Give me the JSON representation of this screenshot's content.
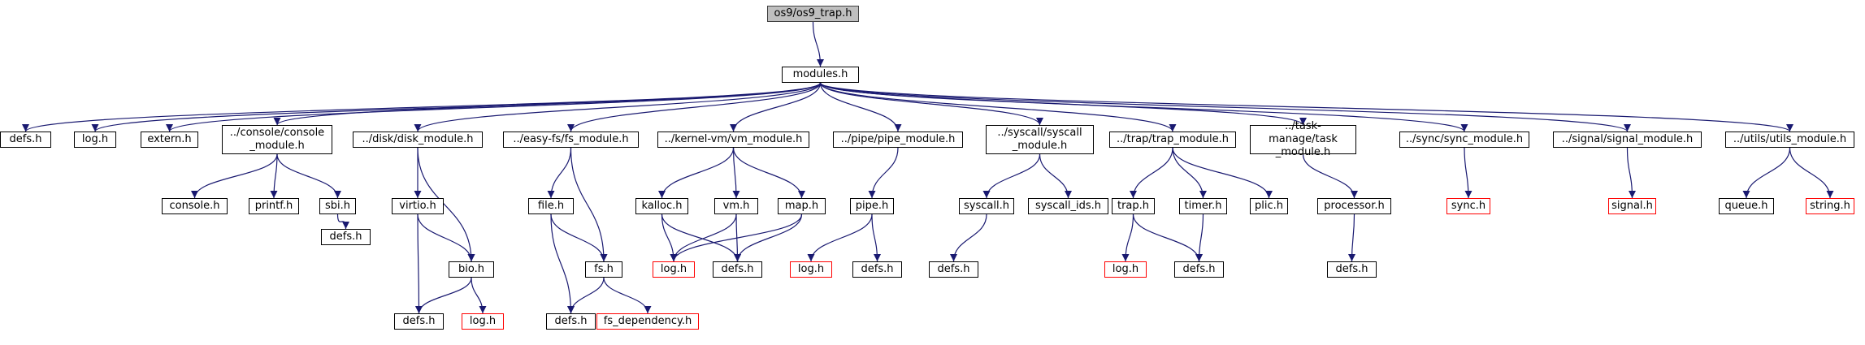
{
  "diagram": {
    "type": "include-dependency-graph",
    "colors": {
      "edge": "#191970",
      "root_fill": "#bfbfbf",
      "box_border": "#000000",
      "external_border": "#ff0000"
    },
    "nodes": [
      {
        "id": "root",
        "label": "os9/os9_trap.h",
        "style": "root"
      },
      {
        "id": "modules",
        "label": "modules.h"
      },
      {
        "id": "defs_a",
        "label": "defs.h"
      },
      {
        "id": "log_a",
        "label": "log.h"
      },
      {
        "id": "extern",
        "label": "extern.h"
      },
      {
        "id": "console_module",
        "label": "../console/console\n_module.h"
      },
      {
        "id": "disk_module",
        "label": "../disk/disk_module.h"
      },
      {
        "id": "fs_module",
        "label": "../easy-fs/fs_module.h"
      },
      {
        "id": "vm_module",
        "label": "../kernel-vm/vm_module.h"
      },
      {
        "id": "pipe_module",
        "label": "../pipe/pipe_module.h"
      },
      {
        "id": "syscall_module",
        "label": "../syscall/syscall\n_module.h"
      },
      {
        "id": "trap_module",
        "label": "../trap/trap_module.h"
      },
      {
        "id": "task_module",
        "label": "../task-manage/task\n_module.h"
      },
      {
        "id": "sync_module",
        "label": "../sync/sync_module.h"
      },
      {
        "id": "signal_module",
        "label": "../signal/signal_module.h"
      },
      {
        "id": "utils_module",
        "label": "../utils/utils_module.h"
      },
      {
        "id": "console",
        "label": "console.h"
      },
      {
        "id": "printf",
        "label": "printf.h"
      },
      {
        "id": "sbi",
        "label": "sbi.h"
      },
      {
        "id": "sbi_defs",
        "label": "defs.h"
      },
      {
        "id": "virtio",
        "label": "virtio.h"
      },
      {
        "id": "bio",
        "label": "bio.h"
      },
      {
        "id": "disk_defs",
        "label": "defs.h"
      },
      {
        "id": "disk_log",
        "label": "log.h",
        "style": "red"
      },
      {
        "id": "file",
        "label": "file.h"
      },
      {
        "id": "fs",
        "label": "fs.h"
      },
      {
        "id": "fs_defs",
        "label": "defs.h"
      },
      {
        "id": "fs_dep",
        "label": "fs_dependency.h",
        "style": "red"
      },
      {
        "id": "kalloc",
        "label": "kalloc.h"
      },
      {
        "id": "vm",
        "label": "vm.h"
      },
      {
        "id": "map",
        "label": "map.h"
      },
      {
        "id": "vm_log",
        "label": "log.h",
        "style": "red"
      },
      {
        "id": "vm_defs",
        "label": "defs.h"
      },
      {
        "id": "pipe",
        "label": "pipe.h"
      },
      {
        "id": "pipe_log",
        "label": "log.h",
        "style": "red"
      },
      {
        "id": "pipe_defs",
        "label": "defs.h"
      },
      {
        "id": "syscall",
        "label": "syscall.h"
      },
      {
        "id": "syscall_ids",
        "label": "syscall_ids.h"
      },
      {
        "id": "syscall_defs",
        "label": "defs.h"
      },
      {
        "id": "trap",
        "label": "trap.h"
      },
      {
        "id": "timer",
        "label": "timer.h"
      },
      {
        "id": "plic",
        "label": "plic.h"
      },
      {
        "id": "trap_log",
        "label": "log.h",
        "style": "red"
      },
      {
        "id": "trap_defs",
        "label": "defs.h"
      },
      {
        "id": "processor",
        "label": "processor.h"
      },
      {
        "id": "proc_defs",
        "label": "defs.h"
      },
      {
        "id": "sync",
        "label": "sync.h",
        "style": "red"
      },
      {
        "id": "signal",
        "label": "signal.h",
        "style": "red"
      },
      {
        "id": "queue",
        "label": "queue.h"
      },
      {
        "id": "string",
        "label": "string.h",
        "style": "red"
      }
    ],
    "edges": [
      [
        "root",
        "modules"
      ],
      [
        "modules",
        "defs_a"
      ],
      [
        "modules",
        "log_a"
      ],
      [
        "modules",
        "extern"
      ],
      [
        "modules",
        "console_module"
      ],
      [
        "modules",
        "disk_module"
      ],
      [
        "modules",
        "fs_module"
      ],
      [
        "modules",
        "vm_module"
      ],
      [
        "modules",
        "pipe_module"
      ],
      [
        "modules",
        "syscall_module"
      ],
      [
        "modules",
        "trap_module"
      ],
      [
        "modules",
        "task_module"
      ],
      [
        "modules",
        "sync_module"
      ],
      [
        "modules",
        "signal_module"
      ],
      [
        "modules",
        "utils_module"
      ],
      [
        "console_module",
        "console"
      ],
      [
        "console_module",
        "printf"
      ],
      [
        "console_module",
        "sbi"
      ],
      [
        "sbi",
        "sbi_defs"
      ],
      [
        "disk_module",
        "virtio"
      ],
      [
        "disk_module",
        "bio"
      ],
      [
        "virtio",
        "bio"
      ],
      [
        "virtio",
        "disk_defs"
      ],
      [
        "bio",
        "disk_defs"
      ],
      [
        "bio",
        "disk_log"
      ],
      [
        "fs_module",
        "file"
      ],
      [
        "fs_module",
        "fs"
      ],
      [
        "file",
        "fs"
      ],
      [
        "file",
        "fs_defs"
      ],
      [
        "fs",
        "fs_defs"
      ],
      [
        "fs",
        "fs_dep"
      ],
      [
        "vm_module",
        "kalloc"
      ],
      [
        "vm_module",
        "vm"
      ],
      [
        "vm_module",
        "map"
      ],
      [
        "kalloc",
        "vm_log"
      ],
      [
        "kalloc",
        "vm_defs"
      ],
      [
        "vm",
        "vm_log"
      ],
      [
        "vm",
        "vm_defs"
      ],
      [
        "map",
        "vm_log"
      ],
      [
        "map",
        "vm_defs"
      ],
      [
        "pipe_module",
        "pipe"
      ],
      [
        "pipe",
        "pipe_log"
      ],
      [
        "pipe",
        "pipe_defs"
      ],
      [
        "syscall_module",
        "syscall"
      ],
      [
        "syscall_module",
        "syscall_ids"
      ],
      [
        "syscall",
        "syscall_defs"
      ],
      [
        "trap_module",
        "trap"
      ],
      [
        "trap_module",
        "timer"
      ],
      [
        "trap_module",
        "plic"
      ],
      [
        "trap",
        "trap_log"
      ],
      [
        "trap",
        "trap_defs"
      ],
      [
        "timer",
        "trap_defs"
      ],
      [
        "task_module",
        "processor"
      ],
      [
        "processor",
        "proc_defs"
      ],
      [
        "sync_module",
        "sync"
      ],
      [
        "signal_module",
        "signal"
      ],
      [
        "utils_module",
        "queue"
      ],
      [
        "utils_module",
        "string"
      ]
    ]
  }
}
